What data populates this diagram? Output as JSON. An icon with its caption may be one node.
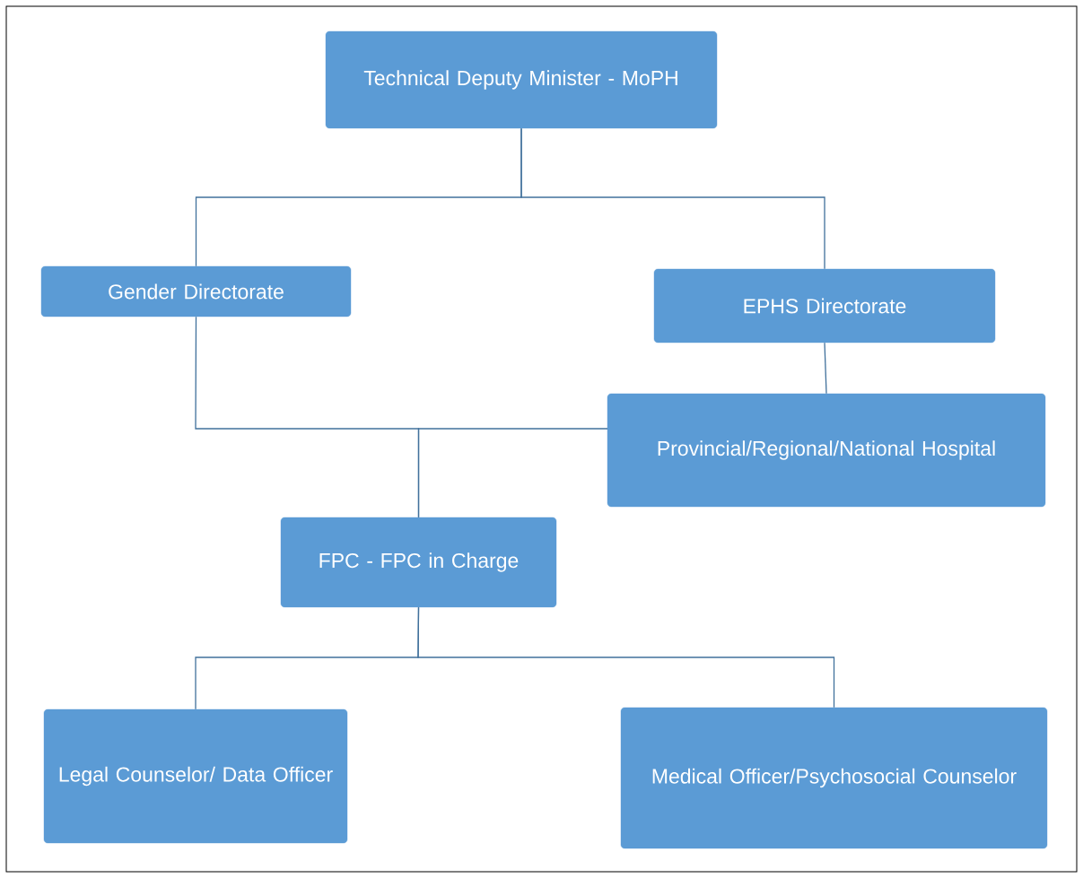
{
  "diagram": {
    "nodes": [
      {
        "text": [
          "Technical Deputy Minister - MoPH"
        ]
      },
      {
        "text": [
          "Gender Directorate"
        ]
      },
      {
        "text": [
          "EPHS Directorate"
        ]
      },
      {
        "text": [
          "Provincial/Regional/National Hospital"
        ]
      },
      {
        "text": [
          "FPC - FPC in Charge"
        ]
      },
      {
        "text": [
          "Legal Counselor/ Data Officer"
        ]
      },
      {
        "text": [
          "Medical Officer/Psychosocial Counselor"
        ]
      }
    ],
    "edges": [
      {
        "from": 0,
        "to": 1,
        "arrow": "none"
      },
      {
        "from": 0,
        "to": 2,
        "arrow": "none"
      },
      {
        "from": 2,
        "to": 3,
        "arrow": "none"
      },
      {
        "from": 1,
        "to": 4,
        "arrow": "none"
      },
      {
        "from": 3,
        "to": 4,
        "arrow": "none"
      },
      {
        "from": 4,
        "to": 5,
        "arrow": "none"
      },
      {
        "from": 4,
        "to": 6,
        "arrow": "none"
      }
    ]
  }
}
